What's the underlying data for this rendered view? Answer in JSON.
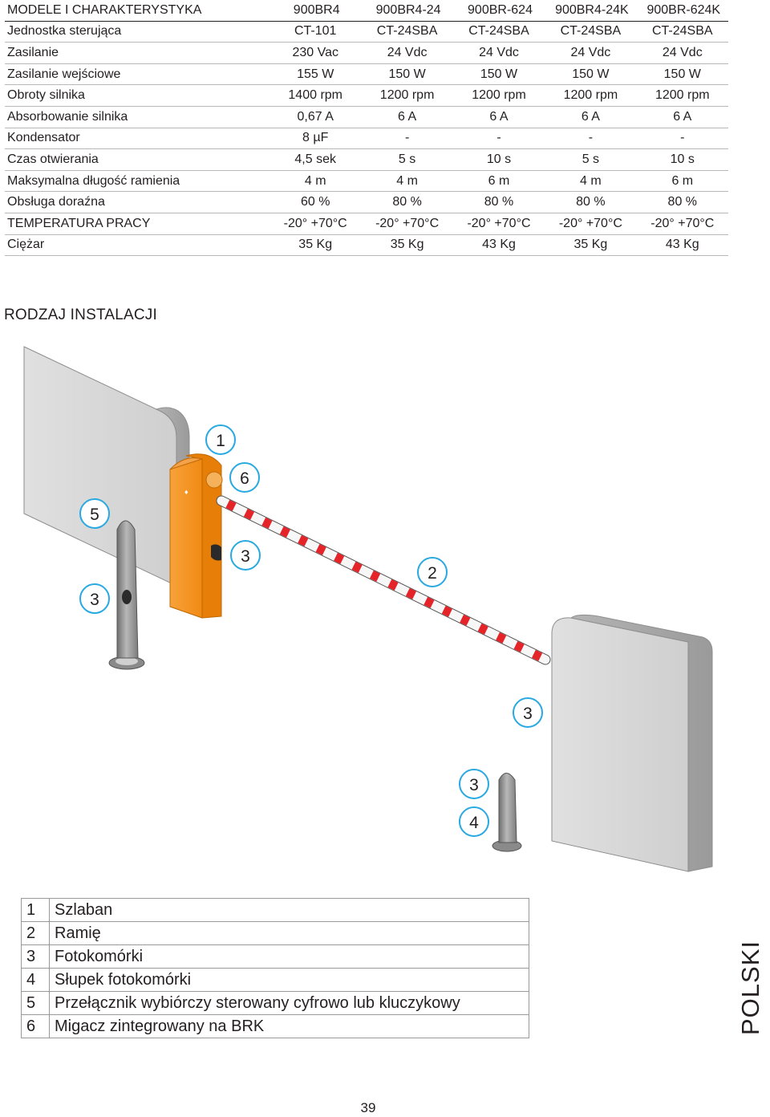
{
  "spec_table": {
    "header": [
      "MODELE I CHARAKTERYSTYKA",
      "900BR4",
      "900BR4-24",
      "900BR-624",
      "900BR4-24K",
      "900BR-624K"
    ],
    "rows": [
      [
        "Jednostka sterująca",
        "CT-101",
        "CT-24SBA",
        "CT-24SBA",
        "CT-24SBA",
        "CT-24SBA"
      ],
      [
        "Zasilanie",
        "230 Vac",
        "24 Vdc",
        "24 Vdc",
        "24 Vdc",
        "24 Vdc"
      ],
      [
        "Zasilanie wejściowe",
        "155 W",
        "150 W",
        "150 W",
        "150 W",
        "150 W"
      ],
      [
        "Obroty silnika",
        "1400 rpm",
        "1200 rpm",
        "1200 rpm",
        "1200 rpm",
        "1200 rpm"
      ],
      [
        "Absorbowanie silnika",
        "0,67 A",
        "6 A",
        "6 A",
        "6 A",
        "6 A"
      ],
      [
        "Kondensator",
        "8 µF",
        "-",
        "-",
        "-",
        "-"
      ],
      [
        "Czas otwierania",
        "4,5 sek",
        "5 s",
        "10 s",
        "5 s",
        "10 s"
      ],
      [
        "Maksymalna długość ramienia",
        "4 m",
        "4 m",
        "6 m",
        "4 m",
        "6 m"
      ],
      [
        "Obsługa doraźna",
        "60 %",
        "80 %",
        "80 %",
        "80 %",
        "80 %"
      ],
      [
        "TEMPERATURA PRACY",
        "-20° +70°C",
        "-20° +70°C",
        "-20° +70°C",
        "-20° +70°C",
        "-20° +70°C"
      ],
      [
        "Ciężar",
        "35 Kg",
        "35 Kg",
        "43 Kg",
        "35 Kg",
        "43 Kg"
      ]
    ]
  },
  "section_title": "RODZAJ INSTALACJI",
  "diagram": {
    "callouts": [
      "1",
      "6",
      "5",
      "3",
      "2",
      "3",
      "3",
      "3",
      "4"
    ],
    "colors": {
      "barrier": "#f39221",
      "stripe": "#e5242a",
      "wall": "#c9c9c9",
      "post": "#9c9c9c"
    }
  },
  "legend": [
    {
      "num": "1",
      "label": "Szlaban"
    },
    {
      "num": "2",
      "label": "Ramię"
    },
    {
      "num": "3",
      "label": "Fotokomórki"
    },
    {
      "num": "4",
      "label": "Słupek fotokomórki"
    },
    {
      "num": "5",
      "label": "Przełącznik wybiórczy sterowany cyfrowo lub kluczykowy"
    },
    {
      "num": "6",
      "label": "Migacz zintegrowany na BRK"
    }
  ],
  "side_label": "POLSKI",
  "page_number": "39"
}
